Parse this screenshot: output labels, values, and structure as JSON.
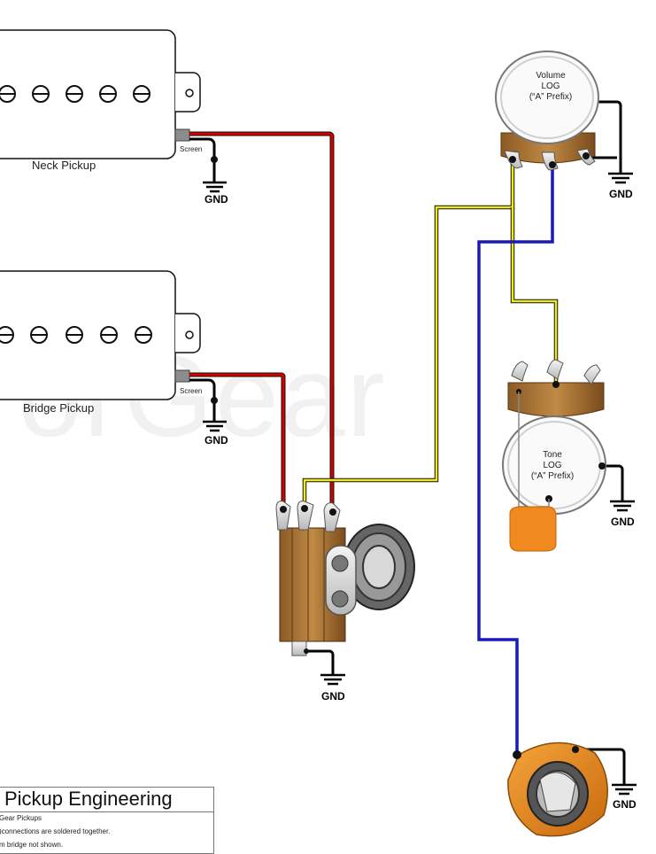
{
  "labels": {
    "neck_pickup": "Neck Pickup",
    "bridge_pickup": "Bridge Pickup",
    "screen": "Screen",
    "gnd": "GND"
  },
  "volume_pot": {
    "line1": "Volume",
    "line2": "LOG",
    "line3": "(“A” Prefix)"
  },
  "tone_pot": {
    "line1": "Tone",
    "line2": "LOG",
    "line3": "(“A” Prefix)"
  },
  "watermark": "orGear",
  "footer": {
    "title": "Pickup Engineering",
    "notes": [
      "Gear Pickups",
      ")connections are soldered together.",
      "m bridge not shown."
    ]
  },
  "colors": {
    "hot_red": "#d40000",
    "signal_yellow": "#f2ea10",
    "signal_blue": "#1a1ab8",
    "ground_black": "#000000"
  }
}
